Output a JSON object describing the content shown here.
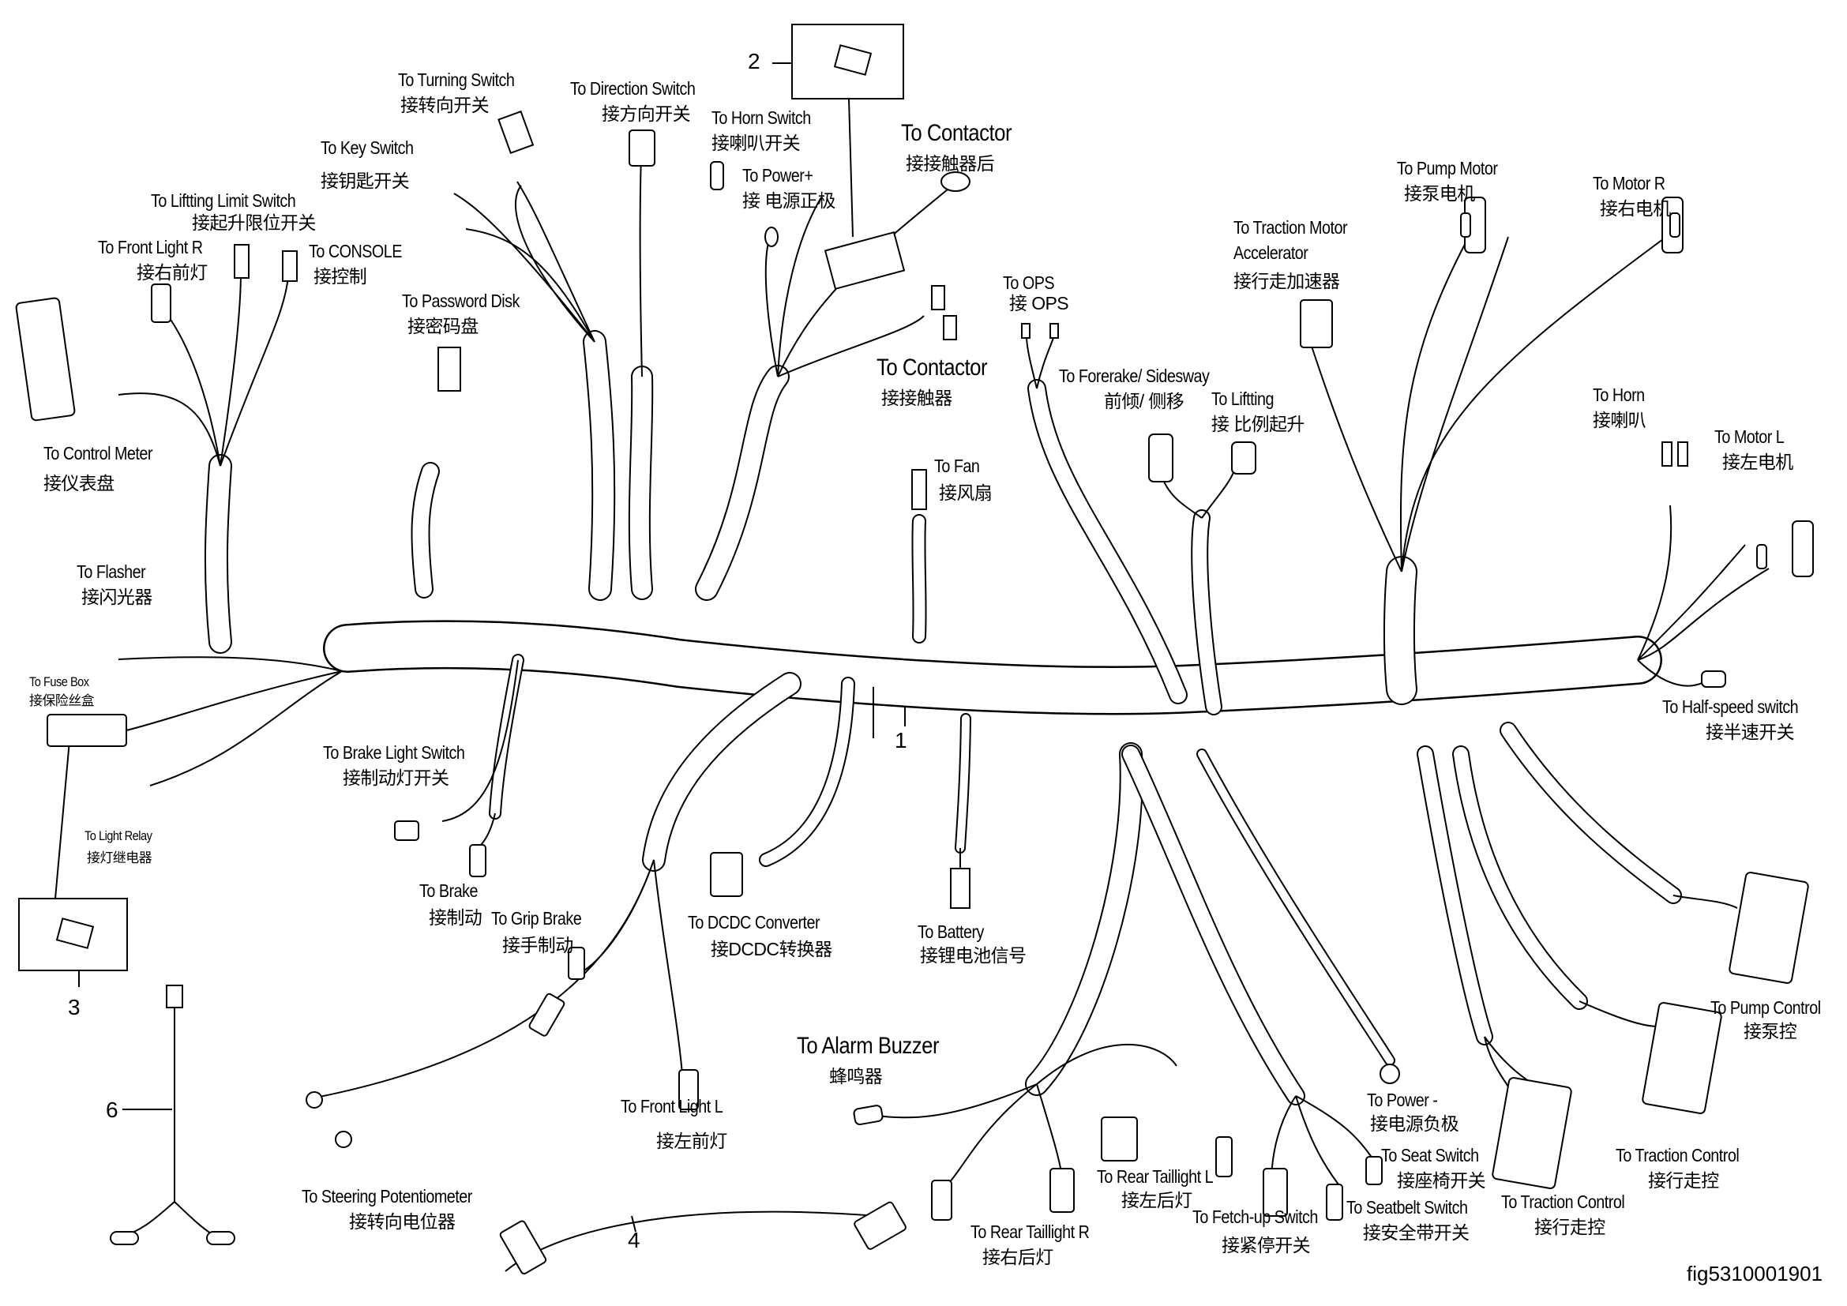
{
  "connections": [
    {
      "en": "To Turning Switch",
      "cn": "接转向开关"
    },
    {
      "en": "To Direction Switch",
      "cn": "接方向开关"
    },
    {
      "en": "To Horn Switch",
      "cn": "接喇叭开关"
    },
    {
      "en": "To Key Switch",
      "cn": "接钥匙开关"
    },
    {
      "en": "To Power+",
      "cn": "接 电源正极"
    },
    {
      "en": "To  Contactor",
      "cn": "接接触器后"
    },
    {
      "en": "To Liftting Limit Switch",
      "cn": "接起升限位开关"
    },
    {
      "en": "To Front Light R",
      "cn": "接右前灯"
    },
    {
      "en": "To CONSOLE",
      "cn": "接控制"
    },
    {
      "en": "To Password Disk",
      "cn": "接密码盘"
    },
    {
      "en": "To Control Meter",
      "cn": "接仪表盘"
    },
    {
      "en": "To Pump Motor",
      "cn": "接泵电机"
    },
    {
      "en": "To  Motor R",
      "cn": "接右电机"
    },
    {
      "en": "To Traction Motor",
      "en2": "Accelerator",
      "cn": "接行走加速器"
    },
    {
      "en": "To  OPS",
      "cn": "接 OPS"
    },
    {
      "en": "To  Contactor",
      "cn": "接接触器"
    },
    {
      "en": "To  Forerake/ Sidesway",
      "cn": "前倾/ 侧移"
    },
    {
      "en": "To  Liftting",
      "cn": "接 比例起升"
    },
    {
      "en": "To Horn",
      "cn": "接喇叭"
    },
    {
      "en": "To  Motor L",
      "cn": "接左电机"
    },
    {
      "en": "To Fan",
      "cn": "接风扇"
    },
    {
      "en": "To Flasher",
      "cn": "接闪光器"
    },
    {
      "en": "To Fuse Box",
      "cn": "接保险丝盒"
    },
    {
      "en": "To  Half-speed switch",
      "cn": "接半速开关"
    },
    {
      "en": "To Brake Light Switch",
      "cn": "接制动灯开关"
    },
    {
      "en": "To Light Relay",
      "cn": "接灯继电器"
    },
    {
      "en": "To Brake",
      "cn": "接制动"
    },
    {
      "en": "To Grip Brake",
      "cn": "接手制动"
    },
    {
      "en": "To DCDC Converter",
      "cn": "接DCDC转换器"
    },
    {
      "en": "To Battery",
      "cn": "接锂电池信号"
    },
    {
      "en": "To Pump Control",
      "cn": "接泵控"
    },
    {
      "en": "To Alarm Buzzer",
      "cn": "蜂鸣器"
    },
    {
      "en": "To Front Light L",
      "cn": "接左前灯"
    },
    {
      "en": "To Power -",
      "cn": "接电源负极"
    },
    {
      "en": "To Seat Switch",
      "cn": "接座椅开关"
    },
    {
      "en": "To Traction Control",
      "cn": "接行走控"
    },
    {
      "en": "To Rear Taillight L",
      "cn": "接左后灯"
    },
    {
      "en": "To Steering Potentiometer",
      "cn": "接转向电位器"
    },
    {
      "en": "To Traction Control",
      "cn": "接行走控"
    },
    {
      "en": "To Seatbelt Switch",
      "cn": "接安全带开关"
    },
    {
      "en": "To Fetch-up Switch",
      "cn": "接紧停开关"
    },
    {
      "en": "To Rear Taillight R",
      "cn": "接右后灯"
    }
  ],
  "callouts": {
    "main_harness": "1",
    "fuse_top": "2",
    "fuse_left": "3",
    "steering_harness": "4",
    "ground_harness": "6"
  },
  "figure_id": "fig5310001901"
}
